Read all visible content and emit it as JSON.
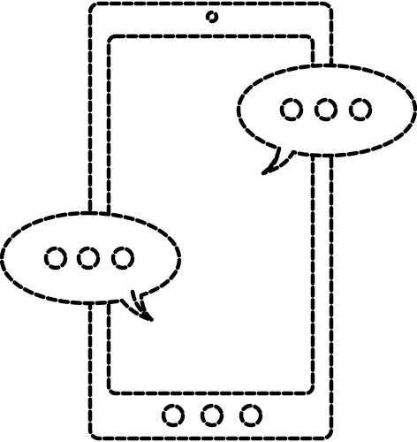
{
  "illustration": {
    "subject": "smartphone-with-chat-bubbles",
    "line_style": "dashed-outline",
    "colors": {
      "stroke": "#000000",
      "background": "#ffffff"
    },
    "icons": [
      "smartphone-icon",
      "camera-dot-icon",
      "chat-bubble-icon",
      "typing-dots-icon",
      "home-dots-icon"
    ],
    "chat_bubbles": [
      {
        "side": "right",
        "dots": 3
      },
      {
        "side": "left",
        "dots": 3
      }
    ],
    "bottom_dots": 3
  }
}
